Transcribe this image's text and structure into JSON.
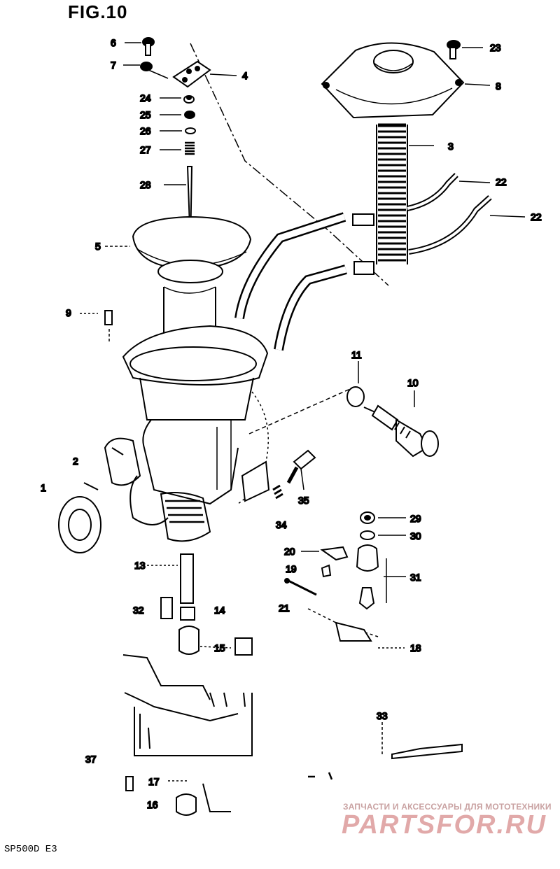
{
  "figure": {
    "title": "FIG.10",
    "model_code": "SP500D E3"
  },
  "watermark": {
    "tagline": "ЗАПЧАСТИ И АКСЕССУАРЫ ДЛЯ МОТОТЕХНИКИ",
    "logo": "PARTSFOR.RU"
  },
  "callouts": {
    "n1": "1",
    "n2": "2",
    "n3": "3",
    "n4": "4",
    "n5": "5",
    "n6": "6",
    "n7": "7",
    "n8": "8",
    "n9": "9",
    "n10": "10",
    "n11": "11",
    "n13": "13",
    "n14": "14",
    "n15": "15",
    "n16": "16",
    "n17": "17",
    "n18": "18",
    "n19": "19",
    "n20": "20",
    "n21": "21",
    "n22a": "22",
    "n22b": "22",
    "n23": "23",
    "n24": "24",
    "n25": "25",
    "n26": "26",
    "n27": "27",
    "n28": "28",
    "n29": "29",
    "n30": "30",
    "n31": "31",
    "n32": "32",
    "n33": "33",
    "n34": "34",
    "n35": "35",
    "n37": "37"
  }
}
